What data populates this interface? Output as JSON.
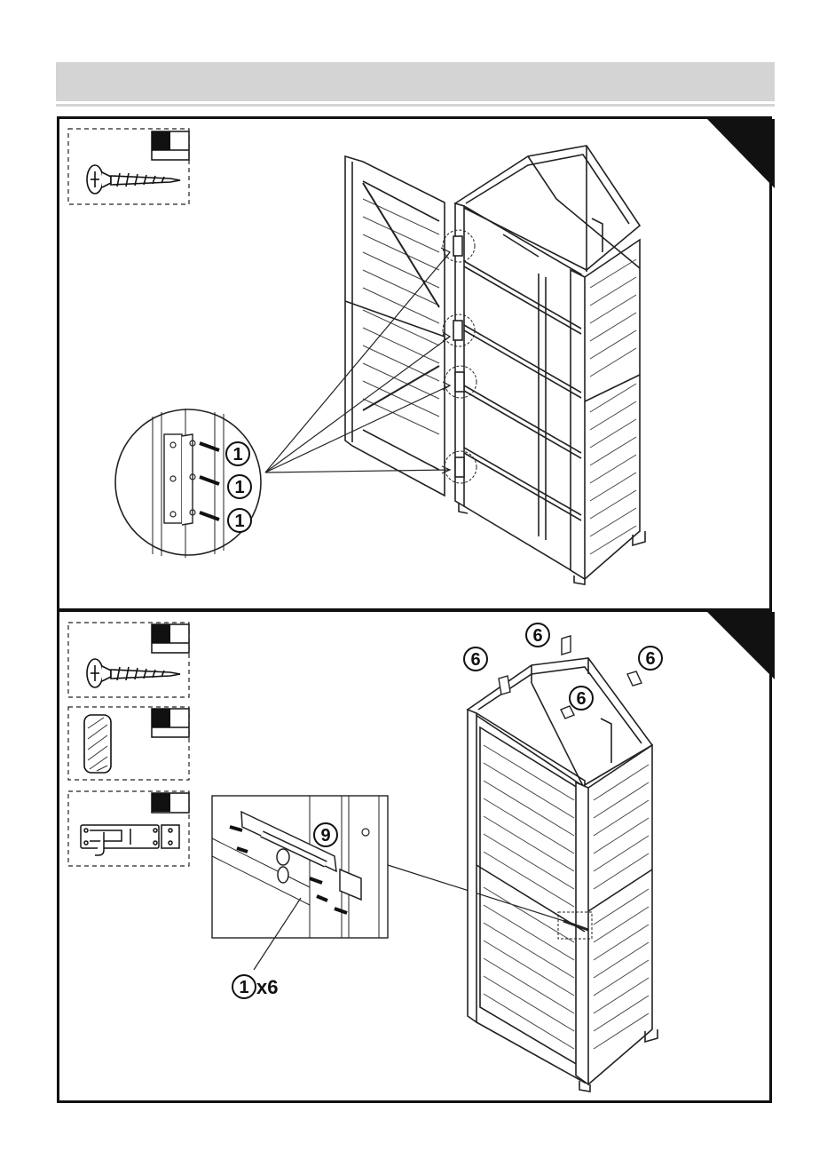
{
  "header": {
    "title": ""
  },
  "colors": {
    "frame": "#111111",
    "header_band": "#d4d4d4",
    "line": "#222222"
  },
  "step1": {
    "parts": [
      {
        "id": "screw",
        "icon": "screw-icon"
      }
    ],
    "callouts": [
      {
        "label": "1"
      },
      {
        "label": "1"
      },
      {
        "label": "1"
      }
    ]
  },
  "step2": {
    "parts": [
      {
        "id": "screw",
        "icon": "screw-icon"
      },
      {
        "id": "dowel",
        "icon": "dowel-icon"
      },
      {
        "id": "latch",
        "icon": "barrel-bolt-icon"
      }
    ],
    "roof_callouts": [
      {
        "label": "6"
      },
      {
        "label": "6"
      },
      {
        "label": "6"
      },
      {
        "label": "6"
      }
    ],
    "latch_label": "9",
    "screw_count_label": "1",
    "screw_count_suffix": "x6"
  }
}
